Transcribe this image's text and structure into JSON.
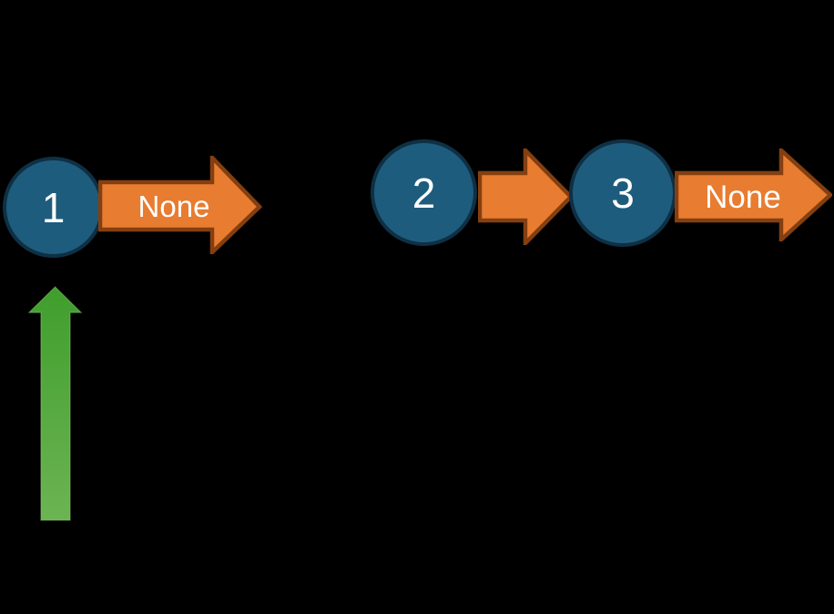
{
  "diagram": {
    "type": "linked-list",
    "nodes": [
      {
        "value": "1",
        "next_pointer_label": "None"
      },
      {
        "value": "2",
        "next_pointer_label": ""
      },
      {
        "value": "3",
        "next_pointer_label": "None"
      }
    ],
    "head_pointer": {
      "points_to_value": "1",
      "direction": "up"
    }
  },
  "colors": {
    "background": "#000000",
    "node_fill": "#1e5c7d",
    "node_border": "#0f3044",
    "arrow_fill": "#e87c31",
    "arrow_border": "#843f10",
    "head_arrow_top": "#3f9e2c",
    "head_arrow_bottom": "#6cb453",
    "head_arrow_edge": "#85c469",
    "text_color": "#ffffff"
  }
}
